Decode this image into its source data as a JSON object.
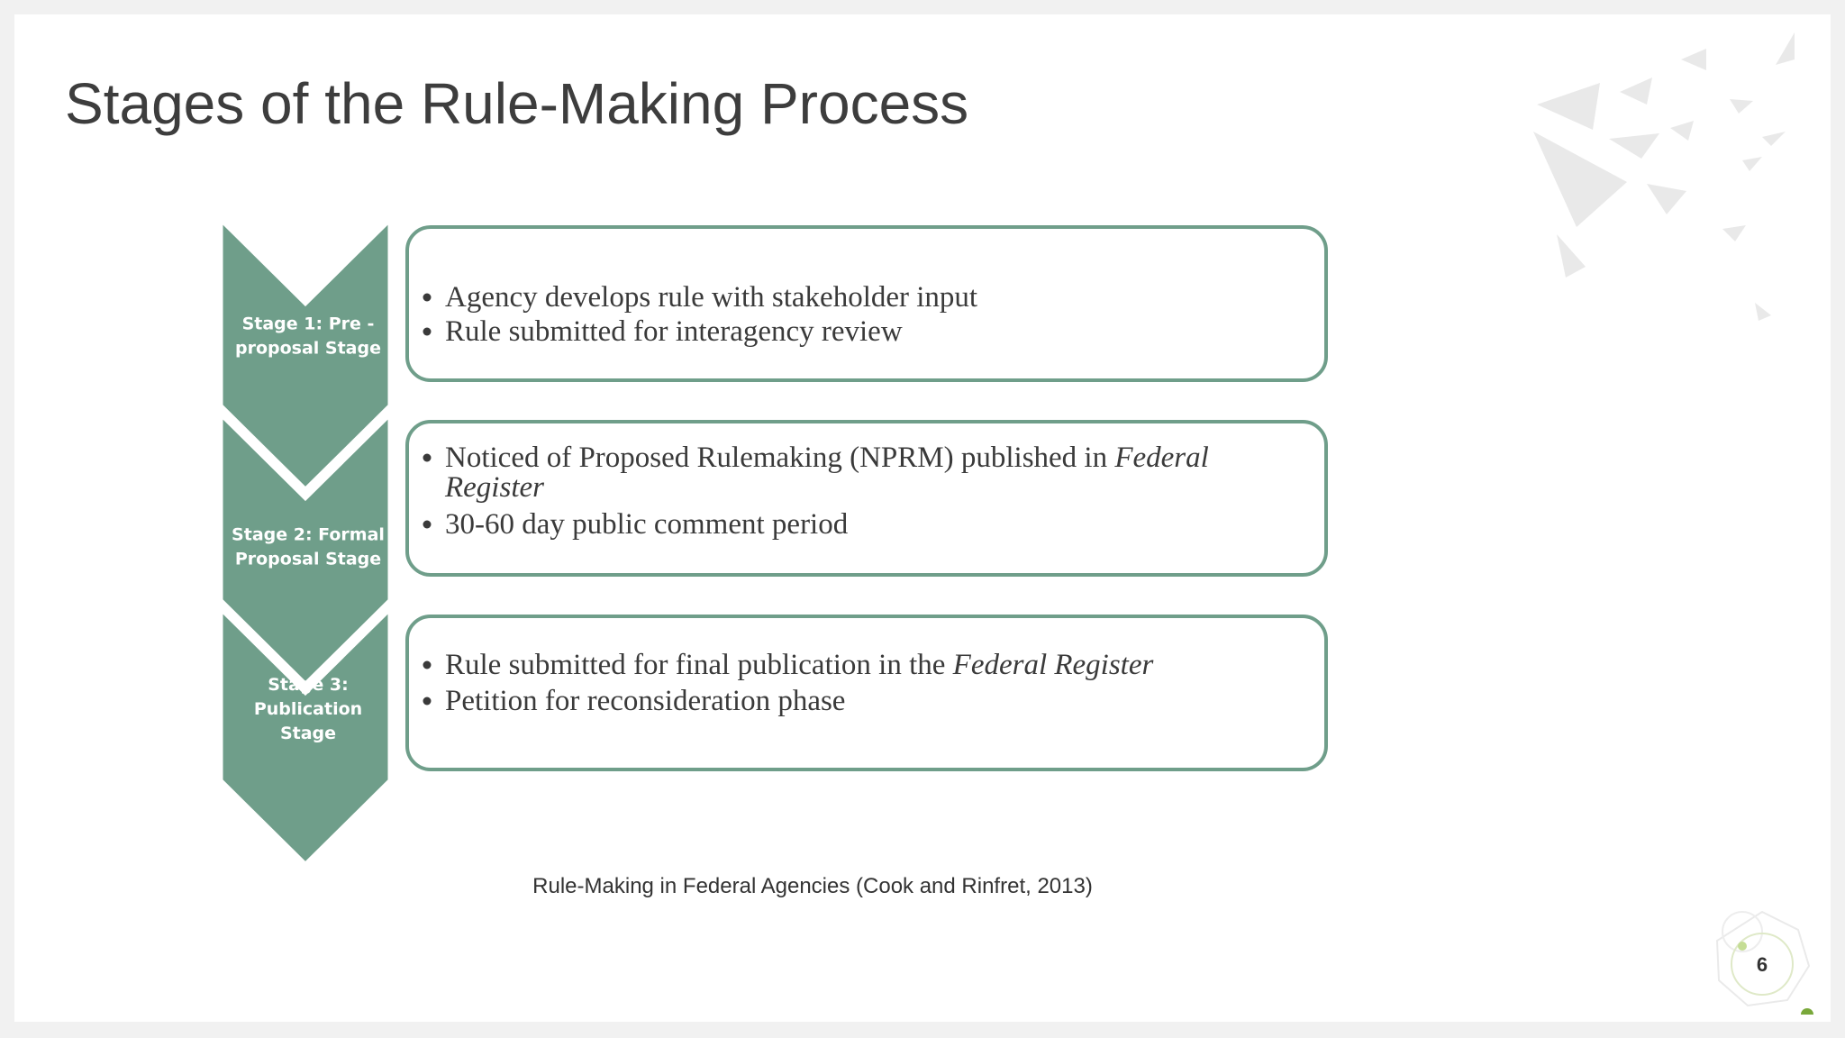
{
  "slide": {
    "title": "Stages of the Rule-Making Process",
    "caption": "Rule-Making in Federal Agencies (Cook and Rinfret, 2013)",
    "page_number": "6"
  },
  "diagram": {
    "accent_color": "#6f9e8a",
    "stages": [
      {
        "label_lines": [
          "Stage 1: Pre -",
          "proposal Stage"
        ],
        "bullets": [
          {
            "lines": [
              {
                "text": "Agency develops rule with stakeholder input",
                "tail": ""
              }
            ]
          },
          {
            "lines": [
              {
                "text": "Rule submitted for interagency review",
                "tail": ""
              }
            ]
          }
        ]
      },
      {
        "label_lines": [
          "Stage 2: Formal",
          "Proposal Stage"
        ],
        "bullets": [
          {
            "lines": [
              {
                "text": "Noticed of Proposed Rulemaking (NPRM) published in ",
                "tail": "Federal"
              },
              {
                "text": "",
                "tail": "Register"
              }
            ]
          },
          {
            "lines": [
              {
                "text": "30-60 day public comment period",
                "tail": ""
              }
            ]
          }
        ]
      },
      {
        "label_lines": [
          "Stage 3:",
          "Publication",
          "Stage"
        ],
        "bullets": [
          {
            "lines": [
              {
                "text": "Rule submitted for final publication in the ",
                "tail": "Federal Register"
              }
            ]
          },
          {
            "lines": [
              {
                "text": "Petition for reconsideration phase",
                "tail": ""
              }
            ]
          }
        ]
      }
    ]
  }
}
